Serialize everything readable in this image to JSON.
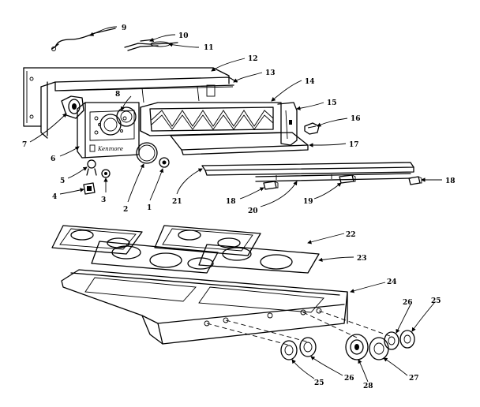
{
  "labels": [
    {
      "id": "1",
      "text": "1"
    },
    {
      "id": "2",
      "text": "2"
    },
    {
      "id": "3",
      "text": "3"
    },
    {
      "id": "4",
      "text": "4"
    },
    {
      "id": "5",
      "text": "5"
    },
    {
      "id": "6",
      "text": "6"
    },
    {
      "id": "7",
      "text": "7"
    },
    {
      "id": "8",
      "text": "8"
    },
    {
      "id": "9",
      "text": "9"
    },
    {
      "id": "10",
      "text": "10"
    },
    {
      "id": "11",
      "text": "11"
    },
    {
      "id": "12",
      "text": "12"
    },
    {
      "id": "13",
      "text": "13"
    },
    {
      "id": "14",
      "text": "14"
    },
    {
      "id": "15",
      "text": "15"
    },
    {
      "id": "16",
      "text": "16"
    },
    {
      "id": "17",
      "text": "17"
    },
    {
      "id": "18a",
      "text": "18"
    },
    {
      "id": "18b",
      "text": "18"
    },
    {
      "id": "19",
      "text": "19"
    },
    {
      "id": "20",
      "text": "20"
    },
    {
      "id": "21",
      "text": "21"
    },
    {
      "id": "22",
      "text": "22"
    },
    {
      "id": "23",
      "text": "23"
    },
    {
      "id": "24",
      "text": "24"
    },
    {
      "id": "25a",
      "text": "25"
    },
    {
      "id": "25b",
      "text": "25"
    },
    {
      "id": "26a",
      "text": "26"
    },
    {
      "id": "26b",
      "text": "26"
    },
    {
      "id": "27",
      "text": "27"
    },
    {
      "id": "28",
      "text": "28"
    }
  ],
  "brand_text": "Kenmore"
}
